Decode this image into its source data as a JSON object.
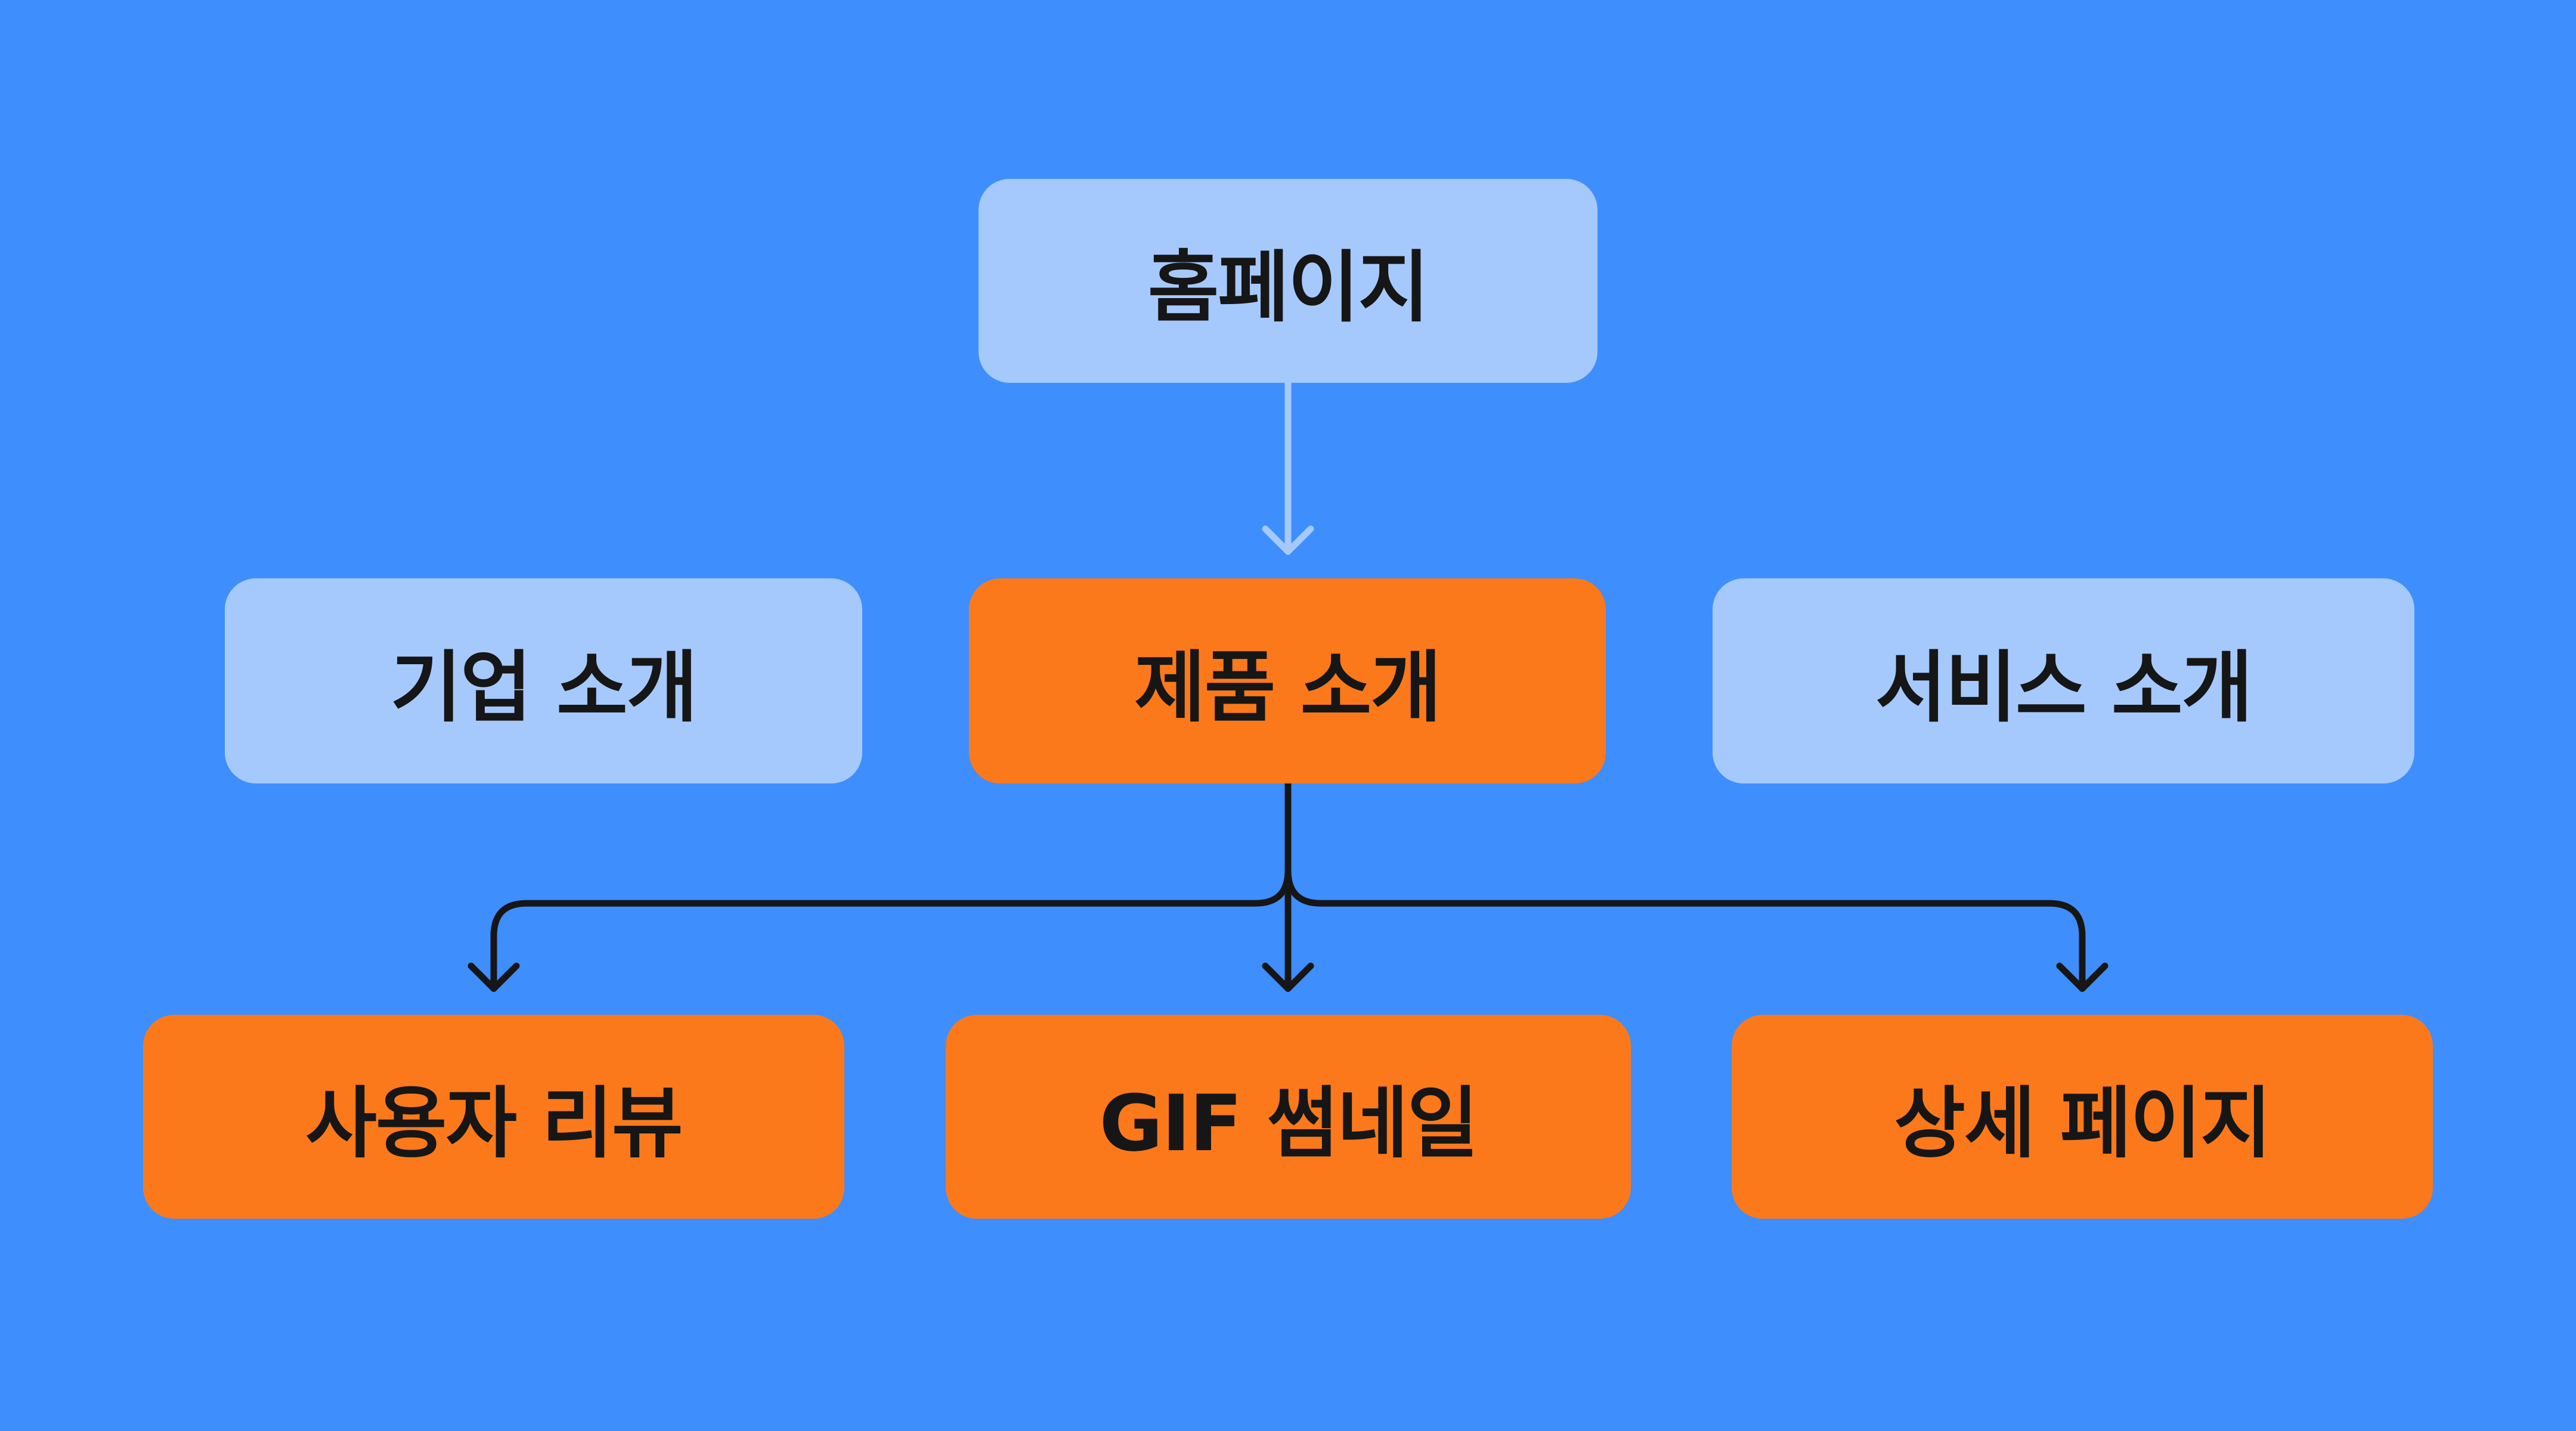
{
  "diagram": {
    "background_color": "#3f8efd",
    "node_colors": {
      "light": "#a6c9fd",
      "highlight": "#fc791b"
    },
    "nodes": {
      "home": "홈페이지",
      "company": "기업 소개",
      "product": "제품 소개",
      "service": "서비스 소개",
      "reviews": "사용자 리뷰",
      "gif": "GIF 썸네일",
      "detail": "상세 페이지"
    },
    "edges": [
      {
        "from": "home",
        "to": "product"
      },
      {
        "from": "product",
        "to": "reviews"
      },
      {
        "from": "product",
        "to": "gif"
      },
      {
        "from": "product",
        "to": "detail"
      }
    ]
  }
}
